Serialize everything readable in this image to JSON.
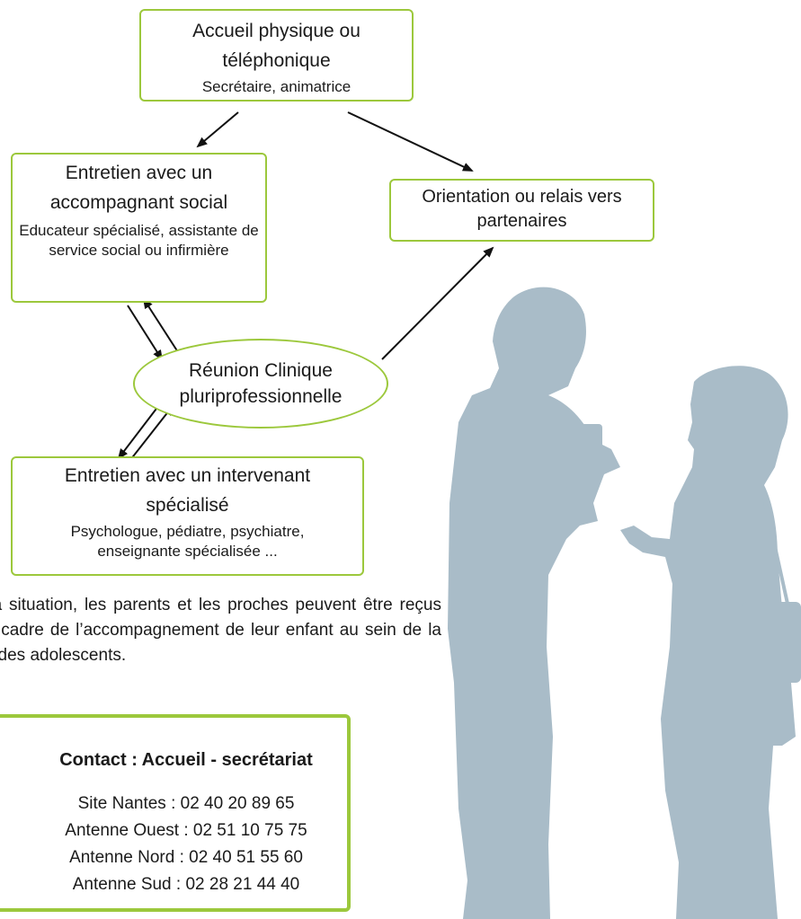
{
  "nodes": {
    "accueil": {
      "title": "Accueil physique ou téléphonique",
      "sub": "Secrétaire, animatrice"
    },
    "entretien_social": {
      "title": "Entretien avec un accompagnant social",
      "sub": "Educateur spécialisé, assistante de service social ou infirmière"
    },
    "orientation": {
      "title": "Orientation ou relais vers partenaires"
    },
    "reunion": {
      "title": "Réunion Clinique pluriprofessionnelle"
    },
    "entretien_specialise": {
      "title": "Entretien avec un intervenant spécialisé",
      "sub": "Psychologue, pédiatre, psychiatre, enseignante spécialisée ..."
    }
  },
  "note": "Selon la situation, les parents et les proches peuvent être reçus dans le cadre de l’accompagnement de leur enfant au sein de la maison des adolescents.",
  "contact": {
    "heading": "Contact : Accueil - secrétariat",
    "lines": [
      "Site Nantes : 02 40 20 89 65",
      "Antenne Ouest : 02 51 10 75 75",
      "Antenne Nord : 02 40 51 55 60",
      "Antenne Sud : 02 28 21 44 40"
    ]
  },
  "colors": {
    "border_green": "#9cc83c",
    "silhouette": "#a9bcc8",
    "arrow": "#111111"
  },
  "illustration": {
    "icon": "two-people-silhouette-icon"
  }
}
